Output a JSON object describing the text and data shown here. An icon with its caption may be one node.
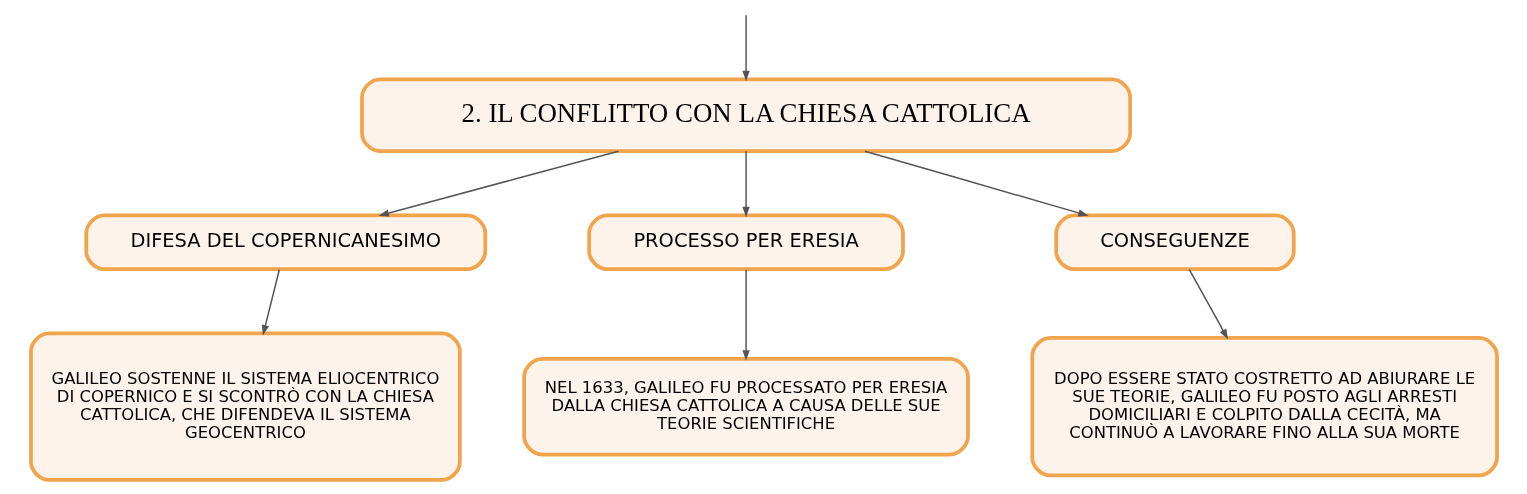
{
  "diagram": {
    "nodes": [
      {
        "text": [
          "2. IL CONFLITTO CON LA CHIESA CATTOLICA"
        ]
      },
      {
        "text": [
          "DIFESA DEL COPERNICANESIMO"
        ]
      },
      {
        "text": [
          "PROCESSO PER ERESIA"
        ]
      },
      {
        "text": [
          "CONSEGUENZE"
        ]
      },
      {
        "text": [
          "GALILEO SOSTENNE IL SISTEMA ELIOCENTRICO DI COPERNICO E SI SCONTRÒ CON LA CHIESA CATTOLICA, CHE DIFENDEVA IL SISTEMA GEOCENTRICO"
        ]
      },
      {
        "text": [
          "NEL 1633, GALILEO FU PROCESSATO PER ERESIA DALLA CHIESA CATTOLICA A CAUSA DELLE SUE TEORIE SCIENTIFICHE"
        ]
      },
      {
        "text": [
          "DOPO ESSERE STATO COSTRETTO AD ABIURARE LE SUE TEORIE, GALILEO FU POSTO AGLI ARRESTI DOMICILIARI E COLPITO DALLA CECITÀ, MA CONTINUÒ A LAVORARE FINO ALLA SUA MORTE"
        ]
      }
    ],
    "edges": [
      {
        "from": null,
        "to": 0,
        "arrow": "to"
      },
      {
        "from": 0,
        "to": 1,
        "arrow": "to"
      },
      {
        "from": 0,
        "to": 2,
        "arrow": "to"
      },
      {
        "from": 0,
        "to": 3,
        "arrow": "to"
      },
      {
        "from": 1,
        "to": 4,
        "arrow": "to"
      },
      {
        "from": 2,
        "to": 5,
        "arrow": "to"
      },
      {
        "from": 3,
        "to": 6,
        "arrow": "to"
      }
    ]
  }
}
